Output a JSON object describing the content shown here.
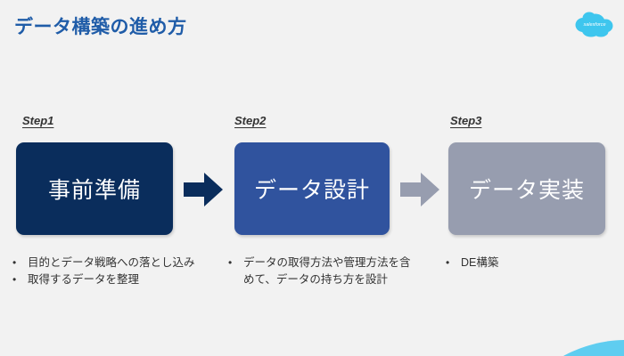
{
  "slide": {
    "title": "データ構築の進め方",
    "title_color": "#1f5ca8",
    "background_color": "#f2f2f2",
    "logo": {
      "name": "salesforce-cloud-logo",
      "wordmark": "salesforce",
      "color": "#3ec6ee"
    },
    "corner_accent_color": "#5fcdf0"
  },
  "steps": [
    {
      "label": "Step1",
      "box_text": "事前準備",
      "box_color": "#0a2d5c",
      "bullets": [
        "目的とデータ戦略への落とし込み",
        "取得するデータを整理"
      ]
    },
    {
      "label": "Step2",
      "box_text": "データ設計",
      "box_color": "#30539e",
      "bullets": [
        "データの取得方法や管理方法を含めて、データの持ち方を設計"
      ]
    },
    {
      "label": "Step3",
      "box_text": "データ実装",
      "box_color": "#979daf",
      "bullets": [
        "DE構築"
      ]
    }
  ],
  "arrows": [
    {
      "name": "arrow-step1-to-step2",
      "color": "#0a2d5c"
    },
    {
      "name": "arrow-step2-to-step3",
      "color": "#979daf"
    }
  ],
  "bullet_marker": "•"
}
